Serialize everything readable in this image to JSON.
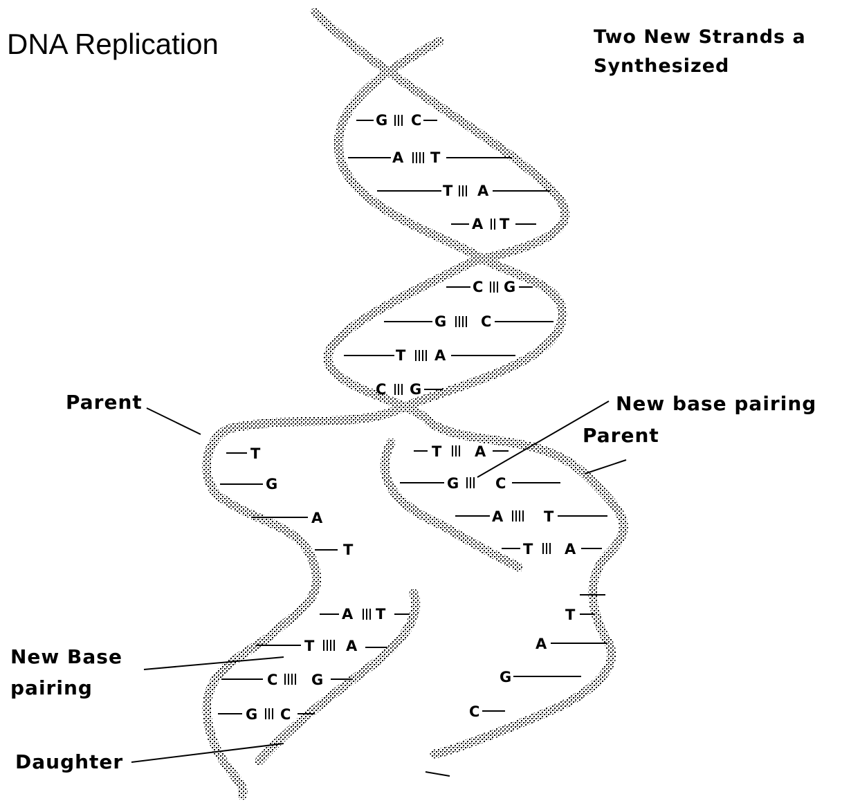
{
  "title": "DNA Replication",
  "subtitle_line1": "Two New Strands a",
  "subtitle_line2": "Synthesized",
  "labels": {
    "parent_left": "Parent",
    "parent_right": "Parent",
    "new_base_pairing_right": "New base pairing",
    "new_base_pairing_left_1": "New Base",
    "new_base_pairing_left_2": "pairing",
    "daughter": "Daughter"
  },
  "pairs_upper": [
    {
      "left": "G",
      "right": "C"
    },
    {
      "left": "A",
      "right": "T"
    },
    {
      "left": "T",
      "right": "A"
    },
    {
      "left": "A",
      "right": "T"
    },
    {
      "left": "C",
      "right": "G"
    },
    {
      "left": "G",
      "right": "C"
    },
    {
      "left": "T",
      "right": "A"
    },
    {
      "left": "C",
      "right": "G"
    }
  ],
  "left_parent_bases": [
    "T",
    "G",
    "A",
    "T"
  ],
  "left_new_pairs": [
    {
      "left": "A",
      "right": "T"
    },
    {
      "left": "T",
      "right": "A"
    },
    {
      "left": "C",
      "right": "G"
    },
    {
      "left": "G",
      "right": "C"
    }
  ],
  "right_new_pairs": [
    {
      "left": "T",
      "right": "A"
    },
    {
      "left": "G",
      "right": "C"
    },
    {
      "left": "A",
      "right": "T"
    },
    {
      "left": "T",
      "right": "A"
    }
  ],
  "right_parent_bases": [
    "T",
    "A",
    "G",
    "C"
  ]
}
